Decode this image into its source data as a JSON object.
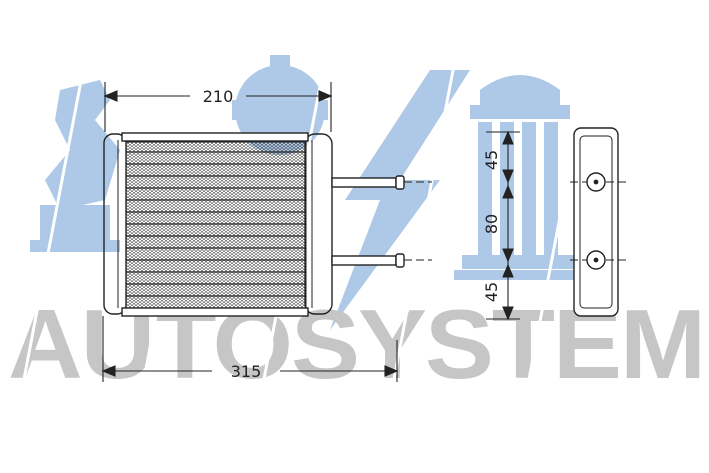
{
  "watermark": {
    "brand_text": "AUTOSYSTEM",
    "colors": {
      "blue": "#9dbde0",
      "grey": "#c6c6c6",
      "stripe": "#ffffff"
    }
  },
  "drawing": {
    "line_color": "#222222",
    "dimensions": {
      "core_width": "210",
      "overall_width": "315",
      "top_offset": "45",
      "pipe_spacing": "80",
      "bottom_offset": "45"
    }
  }
}
